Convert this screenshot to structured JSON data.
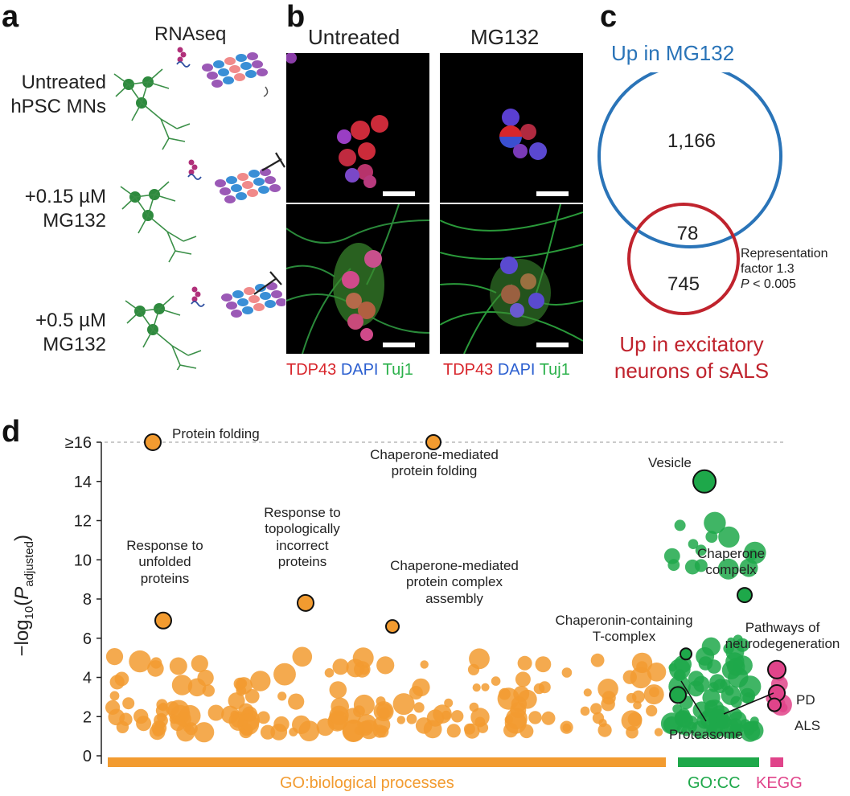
{
  "panel_a": {
    "letter": "a",
    "header": "RNAseq",
    "rows": [
      {
        "line1": "Untreated",
        "line2": "hPSC MNs"
      },
      {
        "line1": "+0.15 µM",
        "line2": "MG132"
      },
      {
        "line1": "+0.5 µM",
        "line2": "MG132"
      }
    ]
  },
  "panel_b": {
    "letter": "b",
    "col1_title": "Untreated",
    "col2_title": "MG132",
    "legend": {
      "tdp43": "TDP43",
      "dapi": "DAPI",
      "tuj1": "Tuj1"
    },
    "colors": {
      "tdp43": "#d8262c",
      "dapi": "#2b5fd0",
      "tuj1": "#2bb14b"
    }
  },
  "panel_c": {
    "letter": "c",
    "set_a_label": "Up in MG132",
    "set_b_label_line1": "Up in excitatory",
    "set_b_label_line2": "neurons of sALS",
    "only_a": "1,166",
    "overlap": "78",
    "only_b": "745",
    "stat_line1": "Representation",
    "stat_line2": "factor 1.3",
    "stat_p": "P",
    "stat_rest": " < 0.005",
    "colors": {
      "set_a": "#2a74b8",
      "set_b": "#c0232d"
    }
  },
  "panel_d": {
    "letter": "d",
    "ylabel_prefix": "−log",
    "ylabel_sub": "10",
    "ylabel_open": "(",
    "ylabel_p": "P",
    "ylabel_sub2": "adjusted",
    "ylabel_close": ")",
    "yticks": [
      "0",
      "2",
      "4",
      "6",
      "8",
      "10",
      "12",
      "14",
      "≥16"
    ],
    "categories": [
      {
        "name": "GO:biological processes",
        "color": "#f29b30"
      },
      {
        "name": "GO:CC",
        "color": "#1ea84a"
      },
      {
        "name": "KEGG",
        "color": "#e0448a"
      }
    ],
    "annotations": {
      "protein_folding": "Protein folding",
      "chap_folding_1": "Chaperone-mediated",
      "chap_folding_2": "protein folding",
      "resp_unfolded_1": "Response to",
      "resp_unfolded_2": "unfolded",
      "resp_unfolded_3": "proteins",
      "resp_topo_1": "Response to",
      "resp_topo_2": "topologically",
      "resp_topo_3": "incorrect",
      "resp_topo_4": "proteins",
      "chap_complex_1": "Chaperone-mediated",
      "chap_complex_2": "protein complex",
      "chap_complex_3": "assembly",
      "cct_1": "Chaperonin-containing",
      "cct_2": "T-complex",
      "vesicle": "Vesicle",
      "chaperone_complex_1": "Chaperone",
      "chaperone_complex_2": "compelx",
      "pathways_1": "Pathways of",
      "pathways_2": "neurodegeneration",
      "pd": "PD",
      "als": "ALS",
      "proteasome": "Proteasome"
    }
  },
  "chart_data": {
    "type": "scatter",
    "xlabel": "",
    "ylabel": "−log10(P adjusted)",
    "ylim": [
      0,
      16
    ],
    "highlighted_points": [
      {
        "label": "Protein folding",
        "category": "GO:biological processes",
        "y": 16
      },
      {
        "label": "Chaperone-mediated protein folding",
        "category": "GO:biological processes",
        "y": 16
      },
      {
        "label": "Response to unfolded proteins",
        "category": "GO:biological processes",
        "y": 6.9
      },
      {
        "label": "Response to topologically incorrect proteins",
        "category": "GO:biological processes",
        "y": 7.8
      },
      {
        "label": "Chaperone-mediated protein complex assembly",
        "category": "GO:biological processes",
        "y": 6.6
      },
      {
        "label": "Chaperonin-containing T-complex",
        "category": "GO:CC",
        "y": 5.2
      },
      {
        "label": "Vesicle",
        "category": "GO:CC",
        "y": 14.0
      },
      {
        "label": "Chaperone compelx",
        "category": "GO:CC",
        "y": 8.2
      },
      {
        "label": "Proteasome",
        "category": "GO:CC",
        "y": 3.1
      },
      {
        "label": "Pathways of neurodegeneration",
        "category": "KEGG",
        "y": 4.4
      },
      {
        "label": "PD",
        "category": "KEGG",
        "y": 3.2
      },
      {
        "label": "ALS",
        "category": "KEGG",
        "y": 2.6
      }
    ]
  }
}
